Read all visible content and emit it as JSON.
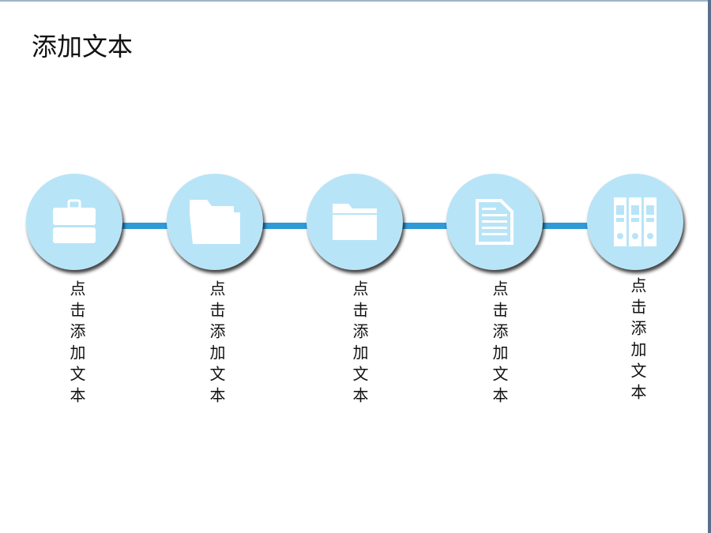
{
  "title": "添加文本",
  "accent_color": "#2e9ad8",
  "circle_color": "#b8e4f8",
  "steps": [
    {
      "icon": "briefcase-icon",
      "label": "点击添加文本"
    },
    {
      "icon": "open-folder-icon",
      "label": "点击添加文本"
    },
    {
      "icon": "folder-icon",
      "label": "点击添加文本"
    },
    {
      "icon": "document-icon",
      "label": "点击添加文本"
    },
    {
      "icon": "binders-icon",
      "label": "点击添加文本"
    }
  ]
}
